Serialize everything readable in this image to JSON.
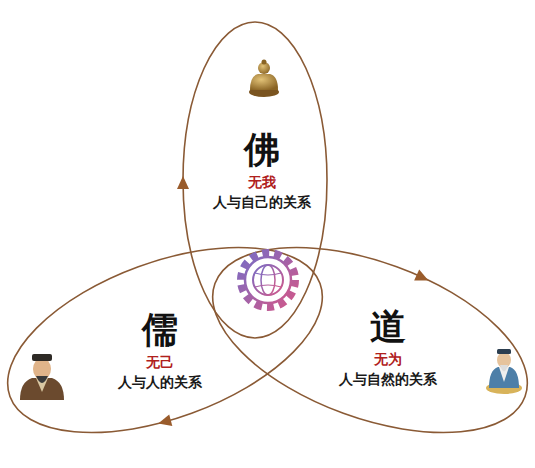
{
  "diagram": {
    "nodes": [
      {
        "text": [
          "佛",
          "无我",
          "人与自己的关系"
        ]
      },
      {
        "text": [
          "儒",
          "无己",
          "人与人的关系"
        ]
      },
      {
        "text": [
          "道",
          "无为",
          "人与自然的关系"
        ]
      }
    ]
  }
}
